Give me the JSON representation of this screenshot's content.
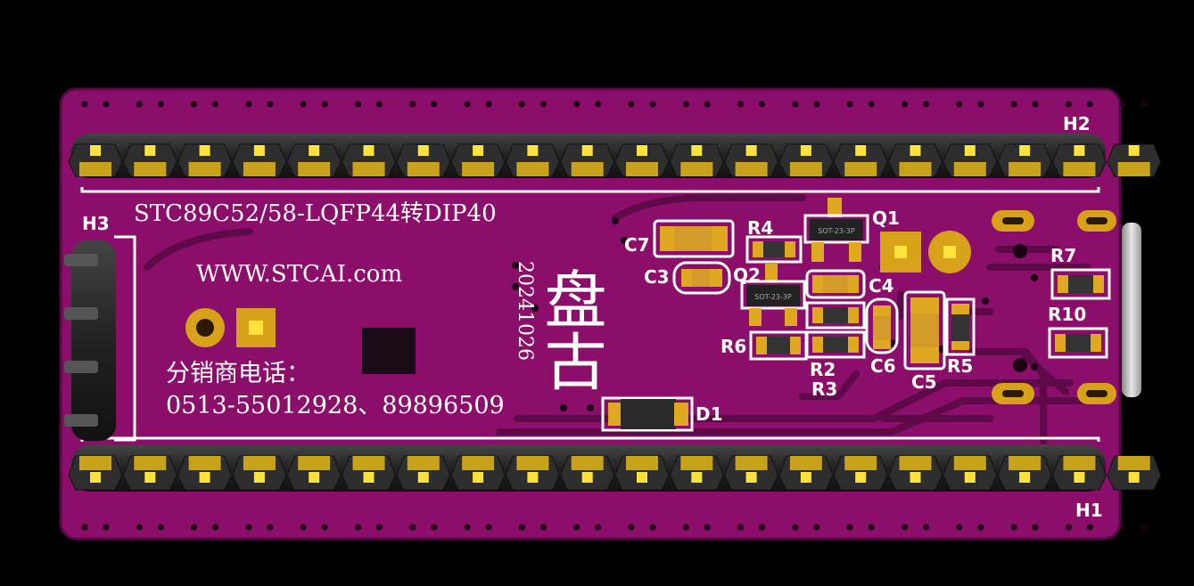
{
  "board": {
    "title_text": "STC89C52/58-LQFP44转DIP40",
    "website_text": "WWW.STCAI.com",
    "date_code": "20241026",
    "logo_text": "盘古",
    "contact_label": "分销商电话：",
    "contact_phones": "0513-55012928、89896509"
  },
  "headers": {
    "h1": "H1",
    "h2": "H2",
    "h3": "H3"
  },
  "components": {
    "c7": "C7",
    "c3": "C3",
    "c4": "C4",
    "c5": "C5",
    "c6": "C6",
    "r2": "R2",
    "r3": "R3",
    "r4": "R4",
    "r5": "R5",
    "r6": "R6",
    "r7": "R7",
    "r10": "R10",
    "q1": "Q1",
    "q2": "Q2",
    "d1": "D1"
  },
  "ic_markings": {
    "q1_package": "SOT-23-3P",
    "q2_package": "SOT-23-3P"
  },
  "colors": {
    "background": "#000000",
    "board": "#8c0e6b",
    "copper": "#b0147f",
    "silkscreen": "#ffffff",
    "pin_header": "#2a2a2a",
    "gold": "#e8c21c",
    "smd_pad": "#e0a820"
  }
}
